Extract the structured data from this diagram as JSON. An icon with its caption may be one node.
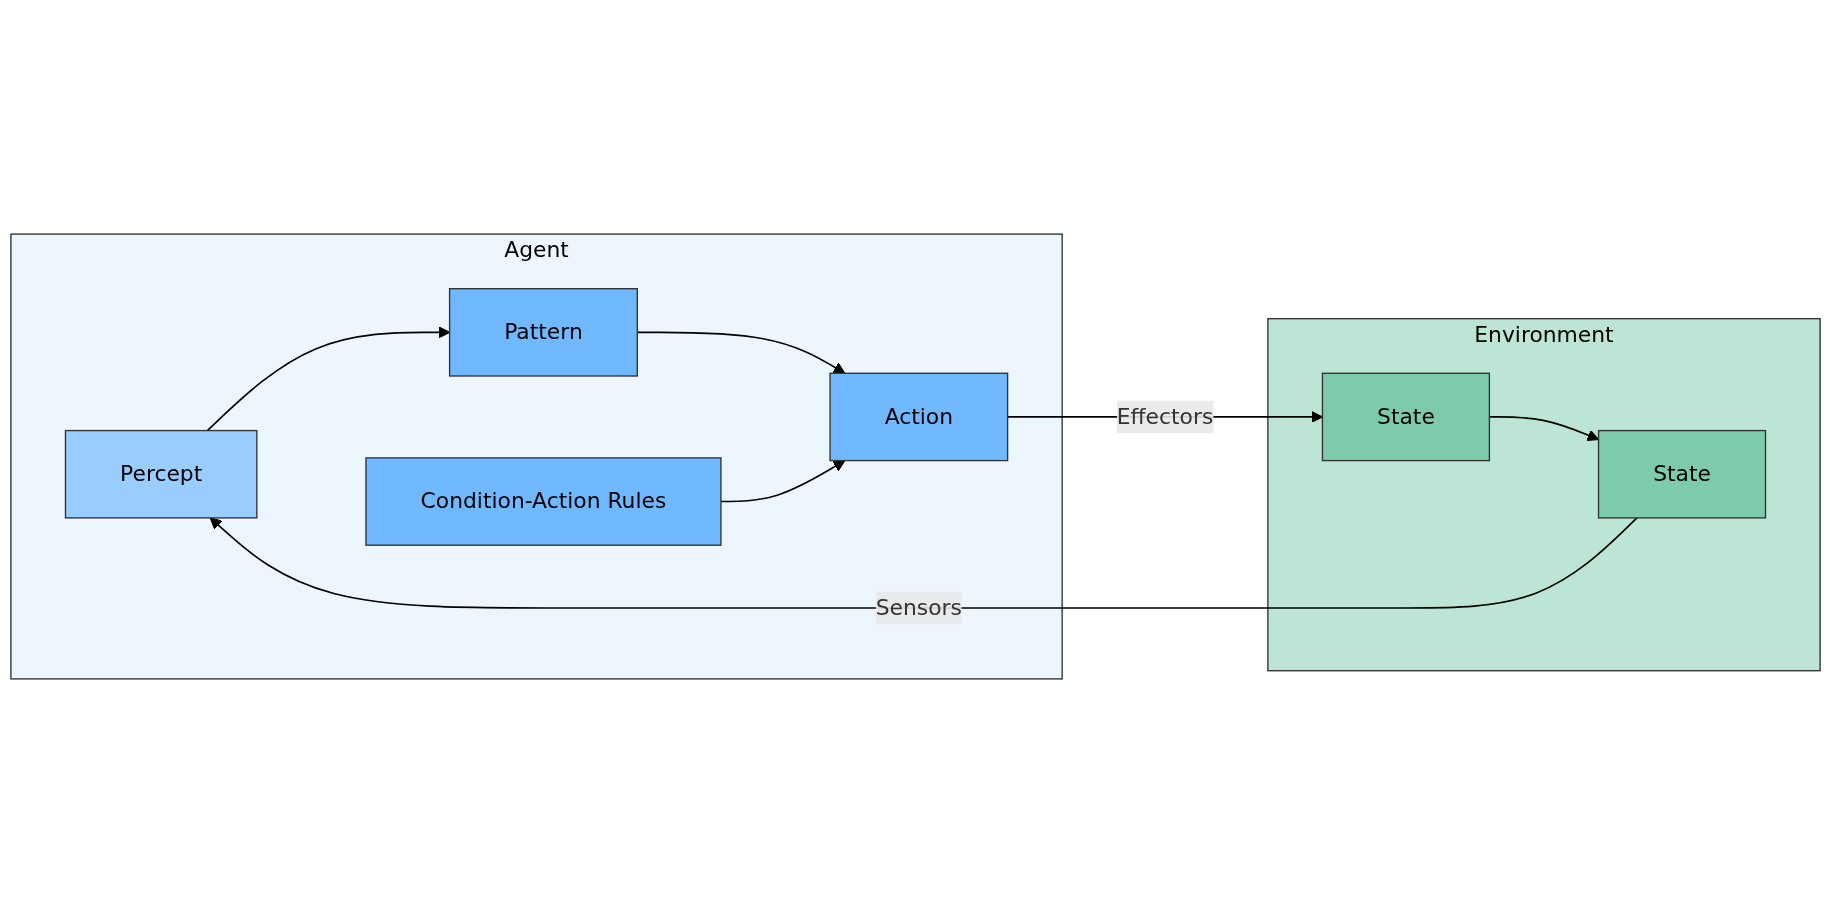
{
  "diagram": {
    "nodes": [
      {
        "text": [
          "Agent"
        ]
      },
      {
        "text": [
          "Percept"
        ],
        "in": 0
      },
      {
        "text": [
          "Pattern"
        ],
        "in": 0
      },
      {
        "text": [
          "Condition-Action Rules"
        ],
        "in": 0
      },
      {
        "text": [
          "Action"
        ],
        "in": 0
      },
      {
        "text": [
          "Environment"
        ]
      },
      {
        "text": [
          "State"
        ],
        "in": 5
      },
      {
        "text": [
          "State"
        ],
        "in": 5
      }
    ],
    "edges": [
      {
        "from": 6,
        "to": 1,
        "arrow": "to",
        "label": "Sensors"
      },
      {
        "from": 1,
        "to": 2,
        "arrow": "to"
      },
      {
        "from": 2,
        "to": 4,
        "arrow": "to"
      },
      {
        "from": 3,
        "to": 4,
        "arrow": "to"
      },
      {
        "from": 4,
        "to": 7,
        "arrow": "to",
        "label": "Effectors"
      },
      {
        "from": 7,
        "to": 6,
        "arrow": "to"
      }
    ]
  }
}
